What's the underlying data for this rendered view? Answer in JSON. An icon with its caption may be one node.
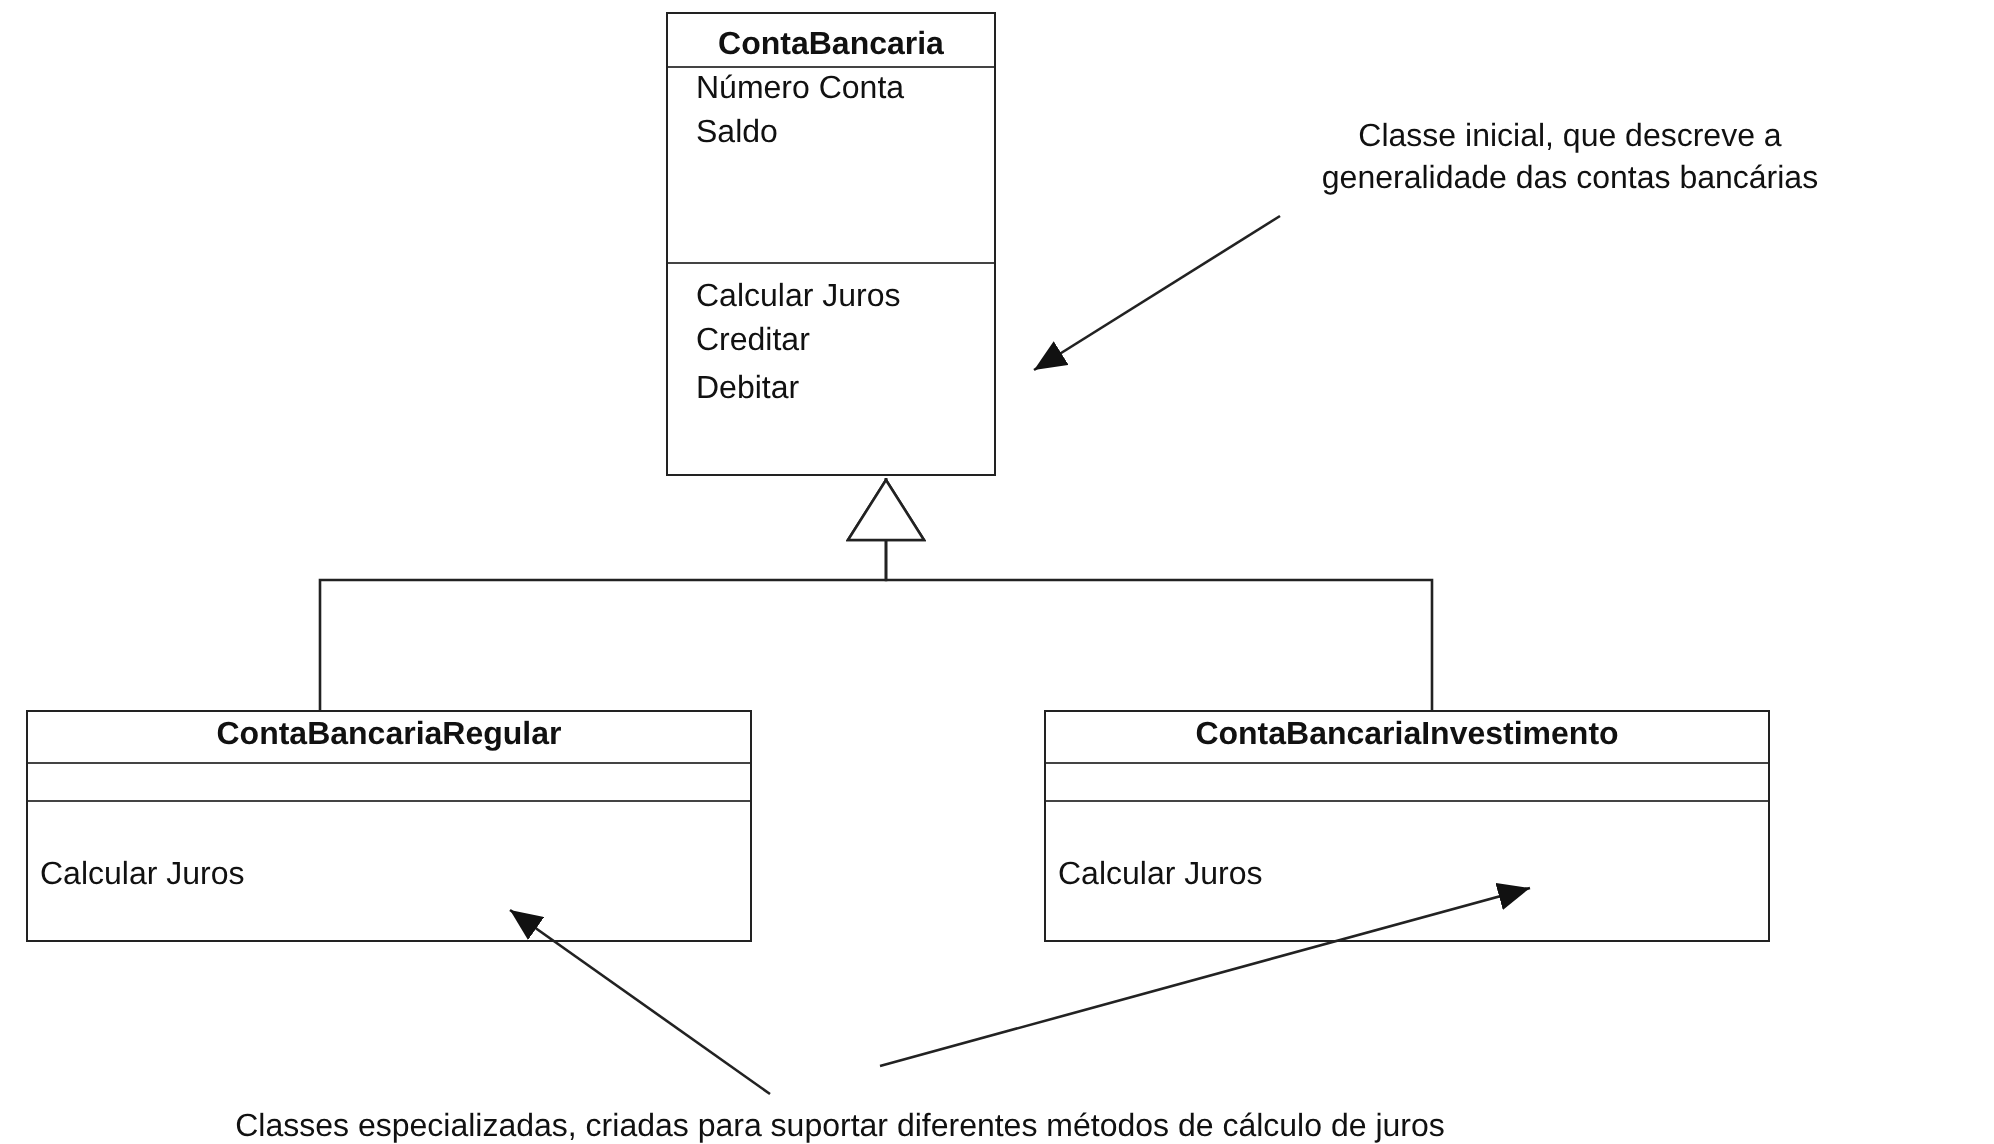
{
  "diagram": {
    "nodes": [
      {
        "text": [
          "ContaBancaria",
          "Número Conta",
          "Saldo",
          "Calcular Juros",
          "Creditar",
          "Debitar"
        ]
      },
      {
        "text": [
          "ContaBancariaRegular",
          "Calcular Juros"
        ]
      },
      {
        "text": [
          "ContaBancariaInvestimento",
          "Calcular Juros"
        ]
      },
      {
        "text": [
          "Classe inicial, que descreve a generalidade das contas bancárias"
        ]
      },
      {
        "text": [
          "Classes especializadas, criadas para suportar diferentes métodos de cálculo de juros"
        ]
      }
    ],
    "edges": [
      {
        "from": 1,
        "to": 0,
        "arrow": "to"
      },
      {
        "from": 2,
        "to": 0,
        "arrow": "to"
      },
      {
        "from": 3,
        "to": 0,
        "arrow": "to"
      },
      {
        "from": 4,
        "to": 1,
        "arrow": "to"
      },
      {
        "from": 4,
        "to": 2,
        "arrow": "to"
      }
    ]
  }
}
